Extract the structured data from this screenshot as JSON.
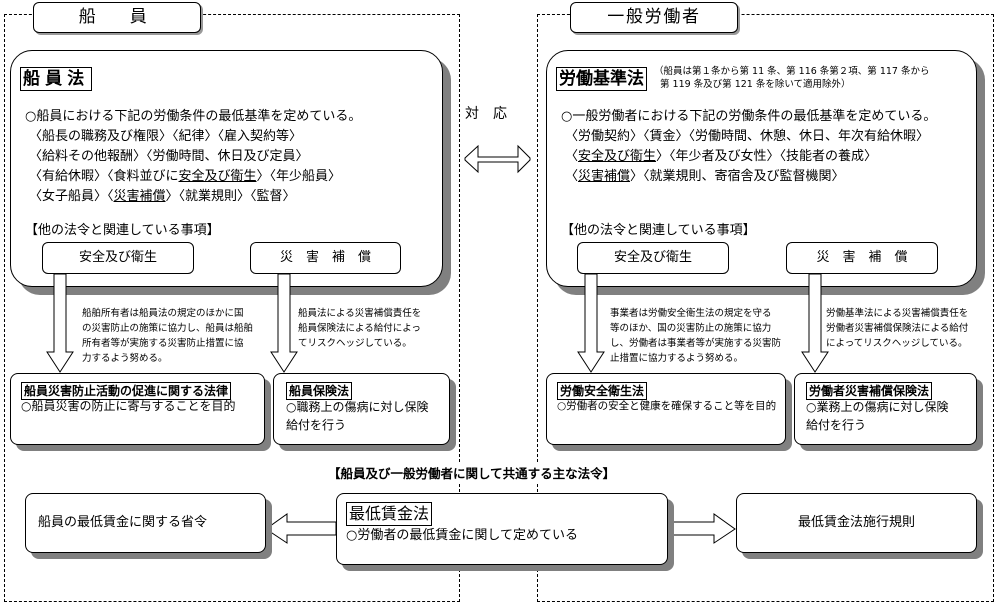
{
  "left": {
    "header": "船　員",
    "law_title": "船員法",
    "intro": "○船員における下記の労働条件の最低基準を定めている。",
    "lines": [
      [
        {
          "t": "〈船長の職務及び権限〉〈紀律〉〈雇入契約等〉"
        }
      ],
      [
        {
          "t": "〈給料その他報酬〉〈労働時間、休日及び定員〉"
        }
      ],
      [
        {
          "t": "〈有給休暇〉〈食料並びに"
        },
        {
          "t": "安全及び衛生",
          "u": true
        },
        {
          "t": "〉〈年少船員〉"
        }
      ],
      [
        {
          "t": "〈女子船員〉〈"
        },
        {
          "t": "災害補償",
          "u": true
        },
        {
          "t": "〉〈就業規則〉〈監督〉"
        }
      ]
    ],
    "related_heading": "【他の法令と関連している事項】",
    "related": [
      "安全及び衛生",
      "災　害　補　償"
    ],
    "notes": [
      [
        "船舶所有者は船員法の規定のほかに国",
        "の災害防止の施策に協力し、船員は船舶",
        "所有者等が実施する災害防止措置に協",
        "力するよう努める。"
      ],
      [
        "船員法による災害補償責任を",
        "船員保険法による給付によっ",
        "てリスクヘッジしている。"
      ]
    ],
    "laws": [
      {
        "title": "船員災害防止活動の促進に関する法律",
        "lines": [
          "○船員災害の防止に寄与することを目的"
        ]
      },
      {
        "title": "船員保険法",
        "lines": [
          "○職務上の傷病に対し保険",
          "給付を行う"
        ]
      }
    ]
  },
  "right": {
    "header": "一般労働者",
    "law_title": "労働基準法",
    "law_note": [
      "（船員は第１条から第 11 条、第 116 条第２項、第 117 条から",
      "第 119 条及び第 121 条を除いて適用除外）"
    ],
    "intro": "○一般労働者における下記の労働条件の最低基準を定めている。",
    "lines": [
      [
        {
          "t": "〈労働契約〉〈賃金〉〈労働時間、休憩、休日、年次有給休暇〉"
        }
      ],
      [
        {
          "t": "〈"
        },
        {
          "t": "安全及び衛生",
          "u": true
        },
        {
          "t": "〉〈年少者及び女性〉〈技能者の養成〉"
        }
      ],
      [
        {
          "t": "〈"
        },
        {
          "t": "災害補償",
          "u": true
        },
        {
          "t": "〉〈就業規則、寄宿舎及び監督機関〉"
        }
      ]
    ],
    "related_heading": "【他の法令と関連している事項】",
    "related": [
      "安全及び衛生",
      "災　害　補　償"
    ],
    "notes": [
      [
        "事業者は労働安全衛生法の規定を守る",
        "等のほか、国の災害防止の施策に協力",
        "し、労働者は事業者等が実施する災害防",
        "止措置に協力するよう努める。"
      ],
      [
        "労働基準法による災害補償責任を",
        "労働者災害補償保険法による給付",
        "によってリスクヘッジしている。"
      ]
    ],
    "laws": [
      {
        "title": "労働安全衛生法",
        "lines": [
          "○労働者の安全と健康を確保すること等を目的"
        ]
      },
      {
        "title": "労働者災害補償保険法",
        "lines": [
          "○業務上の傷病に対し保険",
          "給付を行う"
        ]
      }
    ]
  },
  "correspondence_label": "対　応",
  "common": {
    "heading": "【船員及び一般労働者に関して共通する主な法令】",
    "left_box": "船員の最低賃金に関する省令",
    "center_title": "最低賃金法",
    "center_text": "○労働者の最低賃金に関して定めている",
    "right_box": "最低賃金法施行規則"
  }
}
